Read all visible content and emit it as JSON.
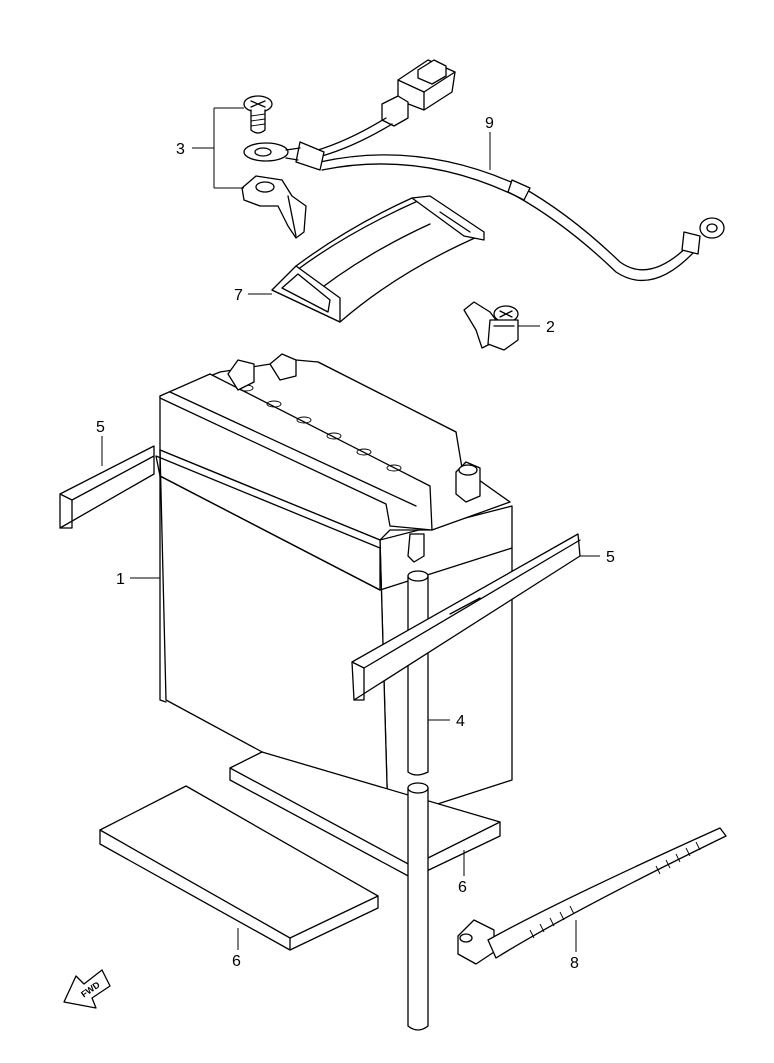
{
  "callouts": {
    "p1": "1",
    "p2": "2",
    "p3": "3",
    "p4": "4",
    "p5a": "5",
    "p5b": "5",
    "p6a": "6",
    "p6b": "6",
    "p7": "7",
    "p8": "8",
    "p9": "9"
  },
  "fwd_label": "FWD",
  "icons": {
    "direction": "fwd-arrow-icon"
  }
}
